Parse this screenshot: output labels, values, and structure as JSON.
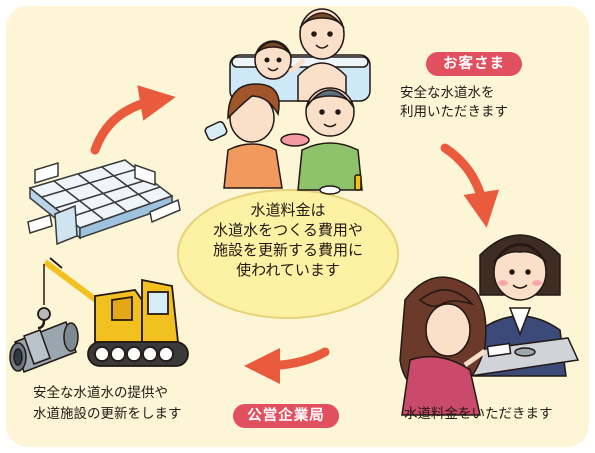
{
  "center": {
    "lines": [
      "水道料金は",
      "水道水をつくる費用や",
      "施設を更新する費用に",
      "使われています"
    ]
  },
  "customer": {
    "badge": "お客さま",
    "lines": [
      "安全な水道水を",
      "利用いただきます"
    ]
  },
  "billing": {
    "caption": "水道料金をいただきます"
  },
  "utility": {
    "badge": "公営企業局",
    "lines": [
      "安全な水道水の提供や",
      "水道施設の更新をします"
    ]
  },
  "colors": {
    "background": "#fdf6d6",
    "ellipse": "#fdf1a3",
    "ellipse_stroke": "#e6d27a",
    "badge": "#e1505e",
    "arrow": "#e94b2d"
  },
  "icons": [
    "family-bathing-illustration",
    "water-treatment-plant-illustration",
    "crane-excavator-illustration",
    "water-pipe-illustration",
    "bill-payment-counter-illustration",
    "cycle-arrow-icon"
  ]
}
